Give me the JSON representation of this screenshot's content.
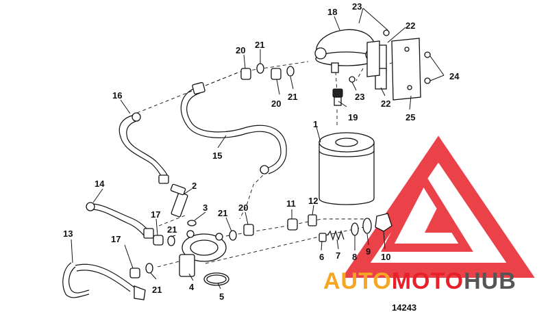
{
  "diagram": {
    "callouts": [
      "1",
      "2",
      "3",
      "4",
      "5",
      "6",
      "7",
      "8",
      "9",
      "10",
      "11",
      "12",
      "13",
      "14",
      "15",
      "16",
      "17",
      "17",
      "18",
      "19",
      "20",
      "20",
      "20",
      "21",
      "21",
      "21",
      "21",
      "21",
      "22",
      "22",
      "23",
      "23",
      "24",
      "25"
    ],
    "diagram_id": "14243"
  },
  "watermark": {
    "word_1": "AUTO",
    "word_2": "MOTO",
    "word_3": "HUB",
    "color_primary": "#e8202a",
    "color_secondary": "#f5a623",
    "color_dark": "#555555"
  }
}
